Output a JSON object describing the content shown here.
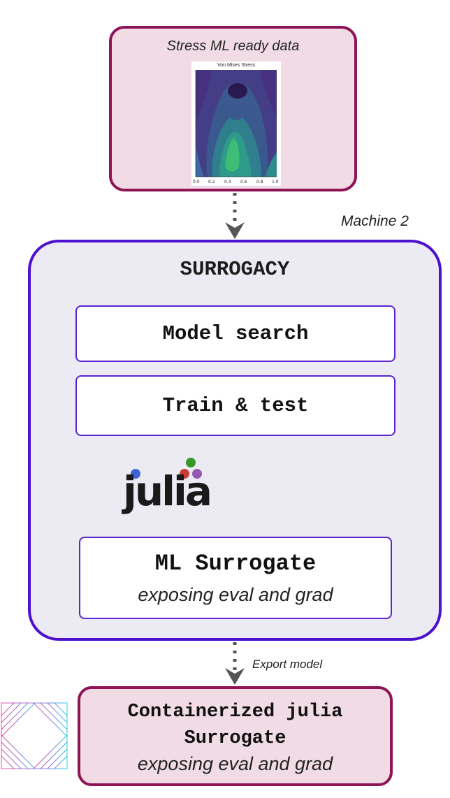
{
  "stress_box": {
    "title": "Stress ML ready data",
    "plot": {
      "title": "Von Mises Stress",
      "x_ticks": [
        "0.0",
        "0.2",
        "0.4",
        "0.6",
        "0.8",
        "1.0"
      ]
    }
  },
  "machine_label": "Machine 2",
  "surrogacy": {
    "title": "SURROGACY",
    "model_search": "Model search",
    "train_test": "Train & test",
    "ml_surrogate": {
      "name": "ML Surrogate",
      "subtitle": "exposing eval and grad"
    },
    "julia_logo_text": "julia"
  },
  "export_label": "Export model",
  "container": {
    "line1": "Containerized julia",
    "line2": "Surrogate",
    "subtitle": "exposing eval and grad"
  },
  "colors": {
    "magenta_border": "#8e1456",
    "pink_fill": "#f1dce6",
    "purple_border": "#4b11cf",
    "lavender_fill": "#ecebf3",
    "arrow_gray": "#555555",
    "julia_blue": "#4063d8",
    "julia_green": "#389826",
    "julia_red": "#cb3c33",
    "julia_purple": "#9558b2"
  }
}
